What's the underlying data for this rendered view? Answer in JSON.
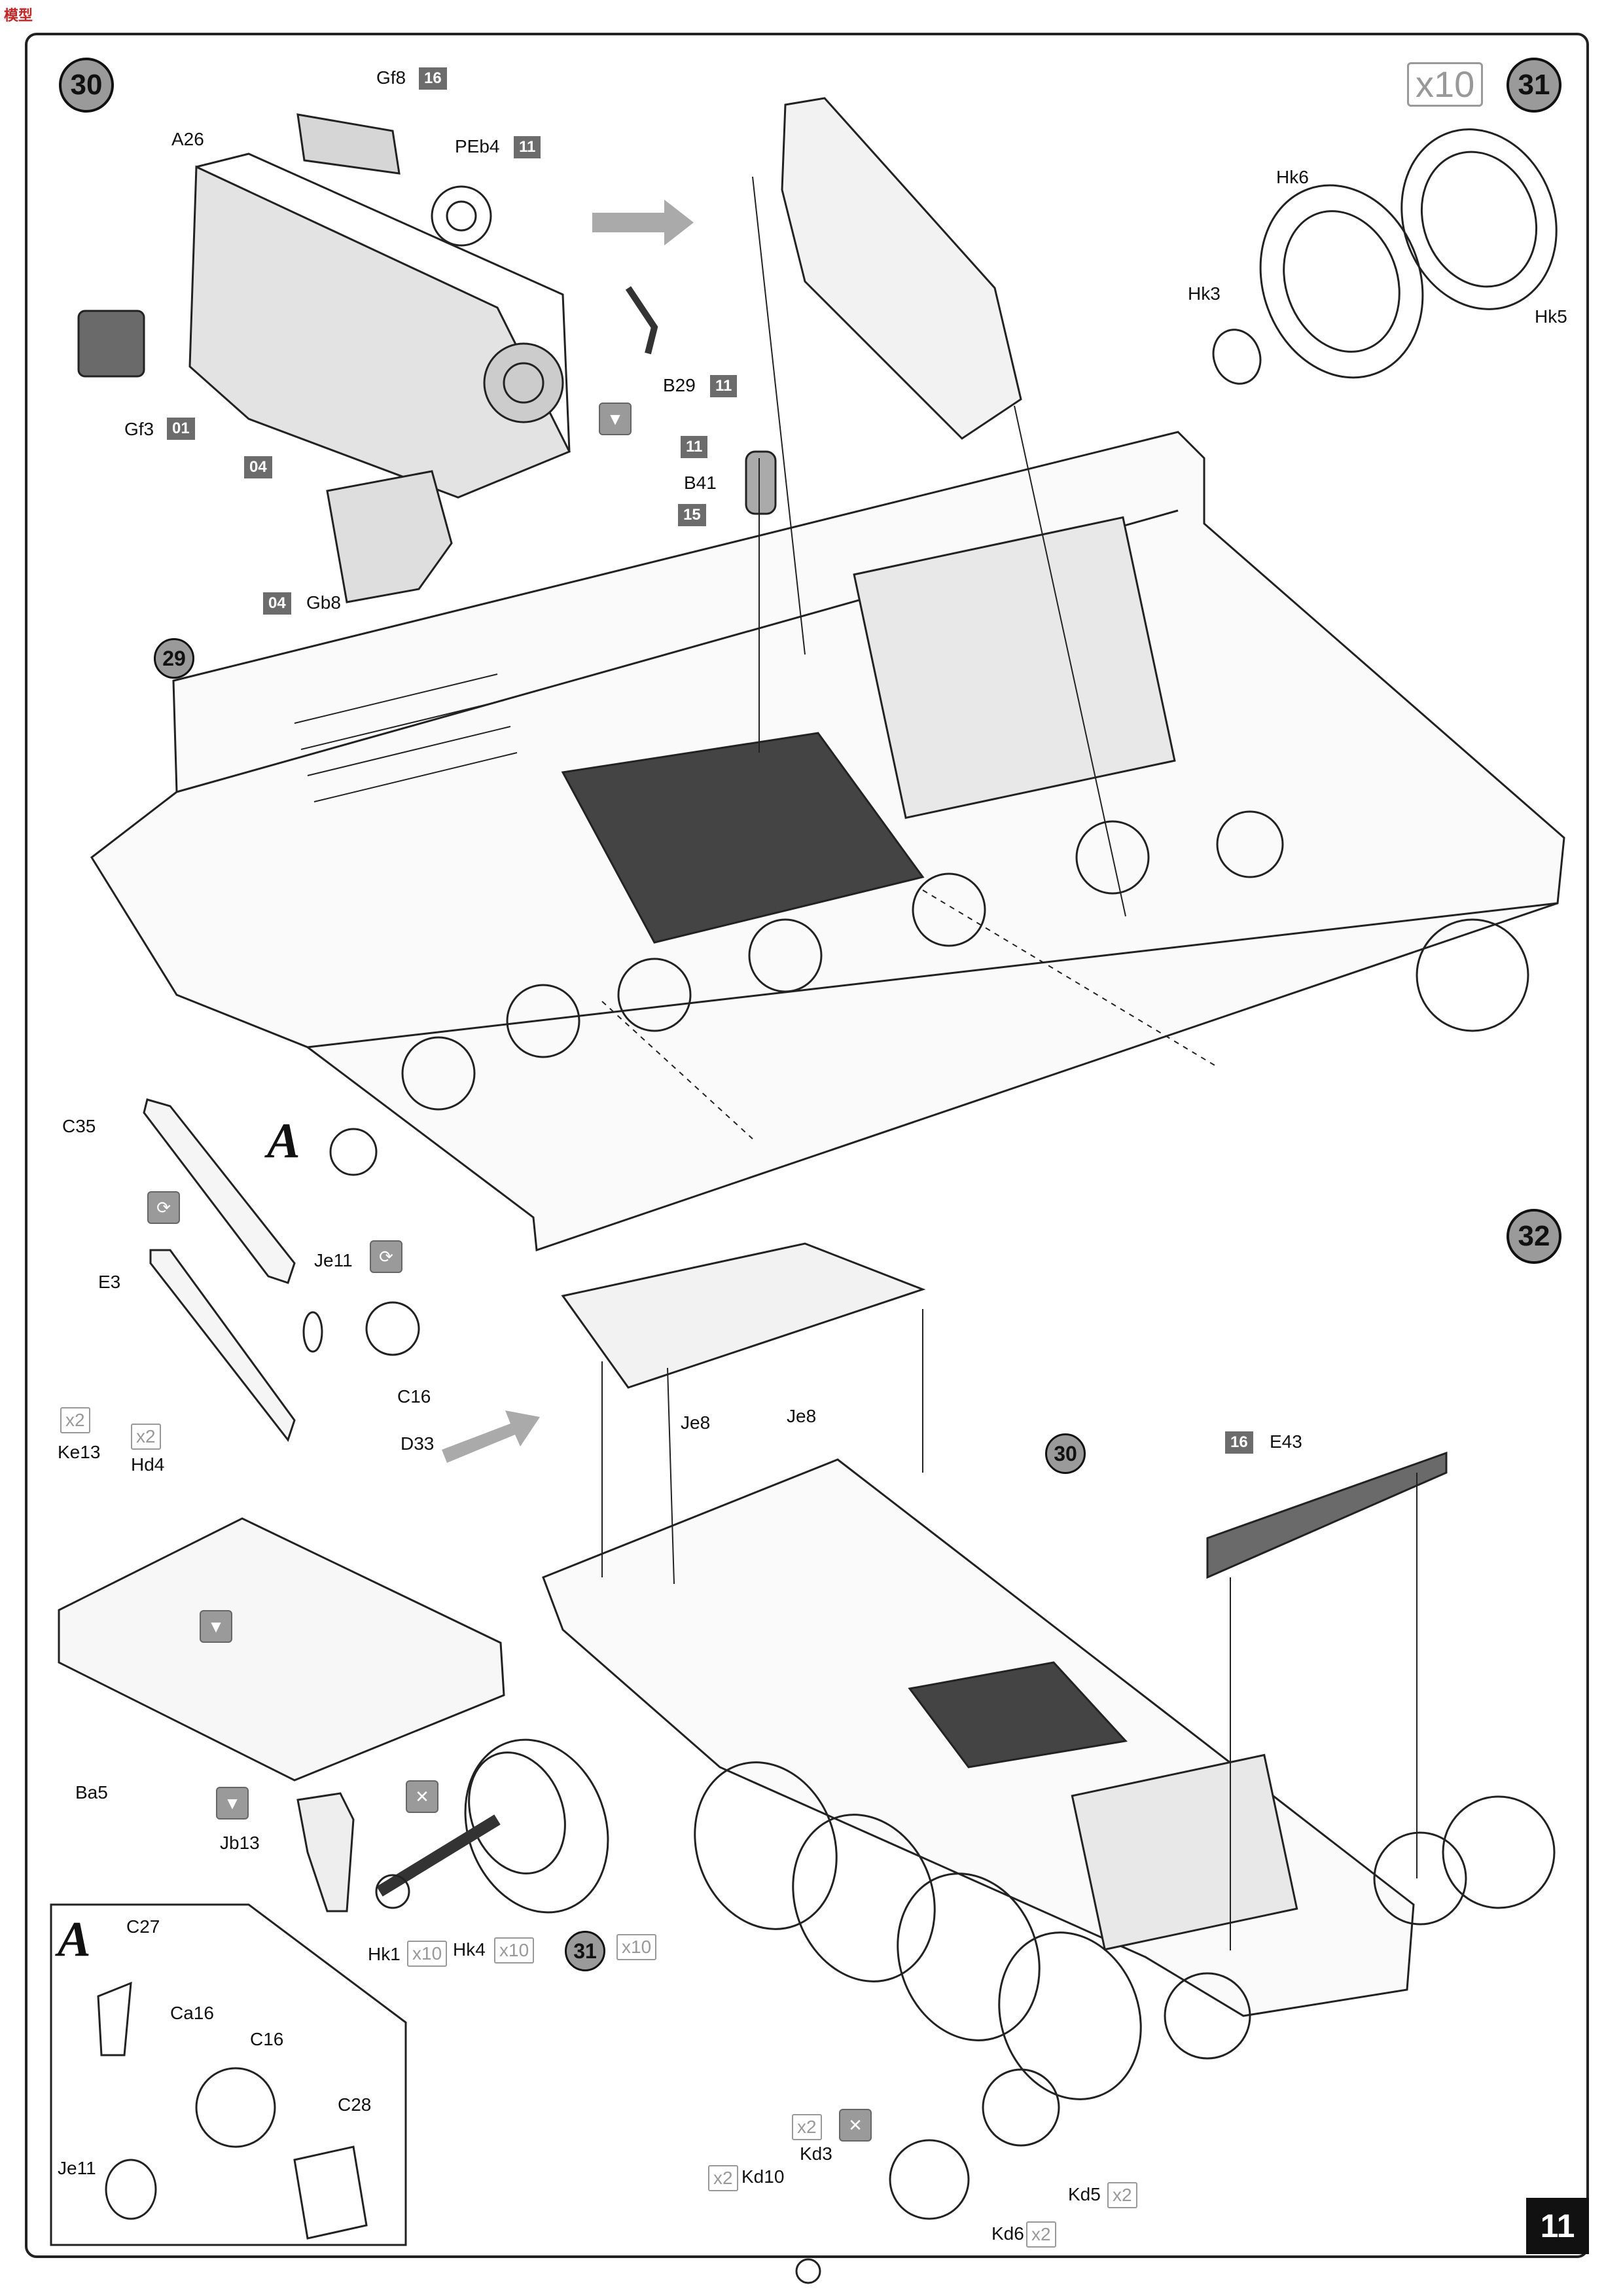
{
  "page": {
    "number": "11",
    "corner_logo": "模型"
  },
  "steps": {
    "s30": "30",
    "s31": "31",
    "s32": "32",
    "s29": "29",
    "ref30": "30",
    "ref31": "31"
  },
  "multipliers": {
    "x10_big": "x10",
    "hk1": "x10",
    "hk4": "x10",
    "ref31": "x10",
    "ke13": "x2",
    "hd4": "x2",
    "kd10": "x2",
    "kd5": "x2",
    "kd6": "x2",
    "kd3": "x2"
  },
  "detail_letter": "A",
  "parts": {
    "gf8": "Gf8",
    "a26": "A26",
    "peb4": "PEb4",
    "gf3": "Gf3",
    "b29": "B29",
    "b41": "B41",
    "gb8": "Gb8",
    "hk6": "Hk6",
    "hk3": "Hk3",
    "hk5": "Hk5",
    "c35": "C35",
    "e3": "E3",
    "je11": "Je11",
    "c16": "C16",
    "d33": "D33",
    "ke13": "Ke13",
    "hd4": "Hd4",
    "ba5": "Ba5",
    "jb13": "Jb13",
    "hk1": "Hk1",
    "hk4": "Hk4",
    "je8a": "Je8",
    "je8b": "Je8",
    "e43": "E43",
    "c27": "C27",
    "ca16": "Ca16",
    "c16b": "C16",
    "c28": "C28",
    "je11b": "Je11",
    "kd3": "Kd3",
    "kd10": "Kd10",
    "kd5": "Kd5",
    "kd6": "Kd6"
  },
  "color_badges": {
    "gf8": "16",
    "peb4": "11",
    "gf3": "01",
    "a26_body": "04",
    "b29": "11",
    "b41_top": "11",
    "b41_bottom": "15",
    "gb8": "04",
    "e43": "16"
  },
  "colors": {
    "badge": "#6c6c6c",
    "step_circle": "#9a9a9a",
    "deck_dark": "#444444"
  }
}
